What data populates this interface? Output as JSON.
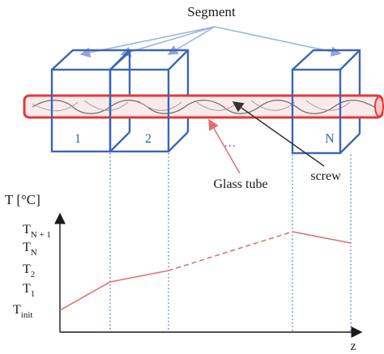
{
  "labels": {
    "segment": "Segment",
    "glass_tube": "Glass tube",
    "screw": "screw",
    "ellipsis": "..."
  },
  "segments": [
    {
      "label": "1"
    },
    {
      "label": "2"
    },
    {
      "label": "N"
    }
  ],
  "axes": {
    "y_label": "T [°C]",
    "x_label": "z"
  },
  "y_ticks": [
    {
      "main": "T",
      "sub": "N + 1"
    },
    {
      "main": "T",
      "sub": "N"
    },
    {
      "main": "T",
      "sub": "2"
    },
    {
      "main": "T",
      "sub": "1"
    },
    {
      "main": "T",
      "sub": "init"
    }
  ],
  "colors": {
    "segment_box": "#3a66b8",
    "glass_tube": "#e03a3a",
    "temperature_line": "#e36f6f",
    "guide_lines": "#4a80d0"
  }
}
